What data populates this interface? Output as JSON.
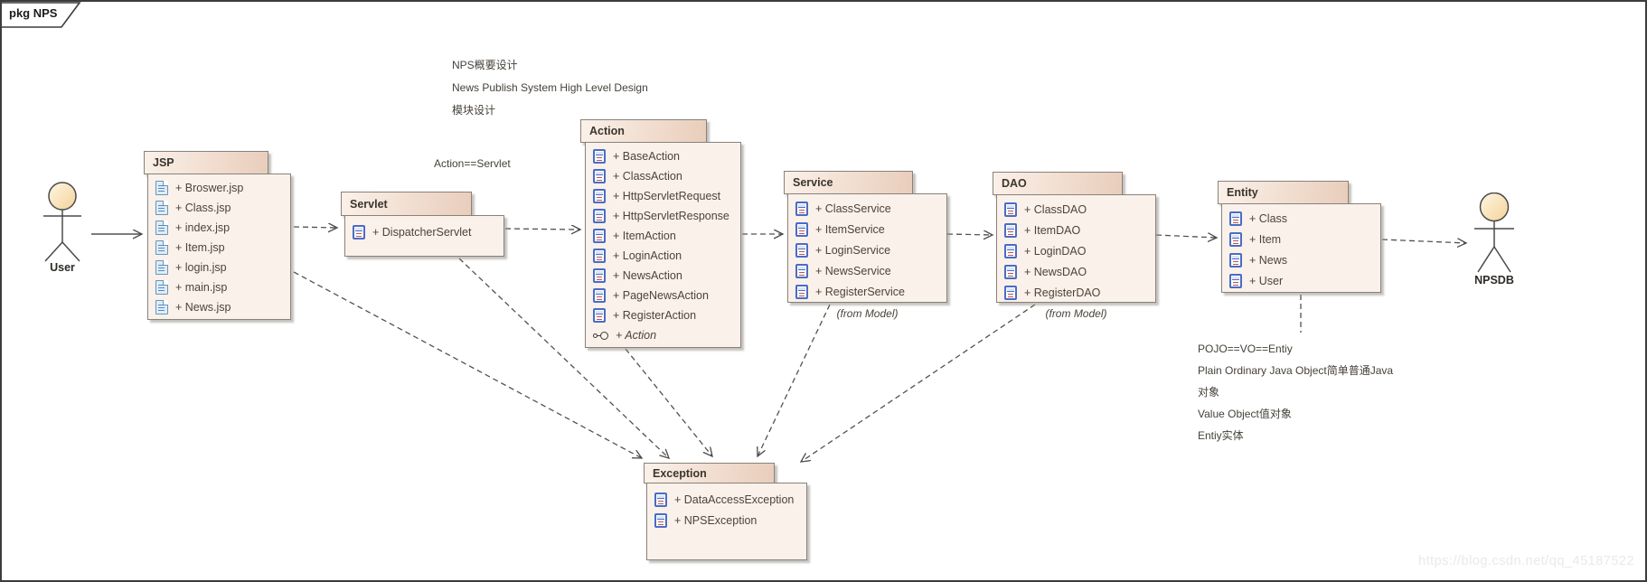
{
  "frame": {
    "label": "pkg NPS"
  },
  "actors": {
    "user": {
      "label": "User"
    },
    "npsdb": {
      "label": "NPSDB"
    }
  },
  "packages": {
    "jsp": {
      "title": "JSP",
      "members": [
        {
          "label": "+ Broswer.jsp",
          "icon": "doc"
        },
        {
          "label": "+ Class.jsp",
          "icon": "doc"
        },
        {
          "label": "+ index.jsp",
          "icon": "doc"
        },
        {
          "label": "+ Item.jsp",
          "icon": "doc"
        },
        {
          "label": "+ login.jsp",
          "icon": "doc"
        },
        {
          "label": "+ main.jsp",
          "icon": "doc"
        },
        {
          "label": "+ News.jsp",
          "icon": "doc"
        }
      ]
    },
    "servlet": {
      "title": "Servlet",
      "members": [
        {
          "label": "+ DispatcherServlet",
          "icon": "class"
        }
      ]
    },
    "action": {
      "title": "Action",
      "members": [
        {
          "label": "+ BaseAction",
          "icon": "class"
        },
        {
          "label": "+ ClassAction",
          "icon": "class"
        },
        {
          "label": "+ HttpServletRequest",
          "icon": "class"
        },
        {
          "label": "+ HttpServletResponse",
          "icon": "class"
        },
        {
          "label": "+ ItemAction",
          "icon": "class"
        },
        {
          "label": "+ LoginAction",
          "icon": "class"
        },
        {
          "label": "+ NewsAction",
          "icon": "class"
        },
        {
          "label": "+ PageNewsAction",
          "icon": "class"
        },
        {
          "label": "+ RegisterAction",
          "icon": "class"
        },
        {
          "label": "+ Action",
          "icon": "interface",
          "italic": true
        }
      ]
    },
    "service": {
      "title": "Service",
      "note": "(from Model)",
      "members": [
        {
          "label": "+ ClassService",
          "icon": "class"
        },
        {
          "label": "+ ItemService",
          "icon": "class"
        },
        {
          "label": "+ LoginService",
          "icon": "class"
        },
        {
          "label": "+ NewsService",
          "icon": "class"
        },
        {
          "label": "+ RegisterService",
          "icon": "class"
        }
      ]
    },
    "dao": {
      "title": "DAO",
      "note": "(from Model)",
      "members": [
        {
          "label": "+ ClassDAO",
          "icon": "class"
        },
        {
          "label": "+ ItemDAO",
          "icon": "class"
        },
        {
          "label": "+ LoginDAO",
          "icon": "class"
        },
        {
          "label": "+ NewsDAO",
          "icon": "class"
        },
        {
          "label": "+ RegisterDAO",
          "icon": "class"
        }
      ]
    },
    "entity": {
      "title": "Entity",
      "members": [
        {
          "label": "+ Class",
          "icon": "class"
        },
        {
          "label": "+ Item",
          "icon": "class"
        },
        {
          "label": "+ News",
          "icon": "class"
        },
        {
          "label": "+ User",
          "icon": "class"
        }
      ]
    },
    "exception": {
      "title": "Exception",
      "members": [
        {
          "label": "+ DataAccessException",
          "icon": "class"
        },
        {
          "label": "+ NPSException",
          "icon": "class"
        }
      ]
    }
  },
  "annotations": {
    "top": [
      "NPS概要设计",
      "News Publish System High Level Design",
      "模块设计"
    ],
    "action_servlet": "Action==Servlet",
    "pojo": [
      "POJO==VO==Entiy",
      "Plain Ordinary Java Object简单普通Java",
      "对象",
      "Value Object值对象",
      "Entiy实体"
    ]
  },
  "watermark": "https://blog.csdn.net/qq_45187522",
  "colors": {
    "hdr1": "#fbf1e9",
    "hdr2": "#e9cdbb",
    "body": "#fbf1eb",
    "pkgborder": "#87827a",
    "line": "#55514b",
    "actorhead1": "#fff7e3",
    "actorhead2": "#f3d298"
  }
}
